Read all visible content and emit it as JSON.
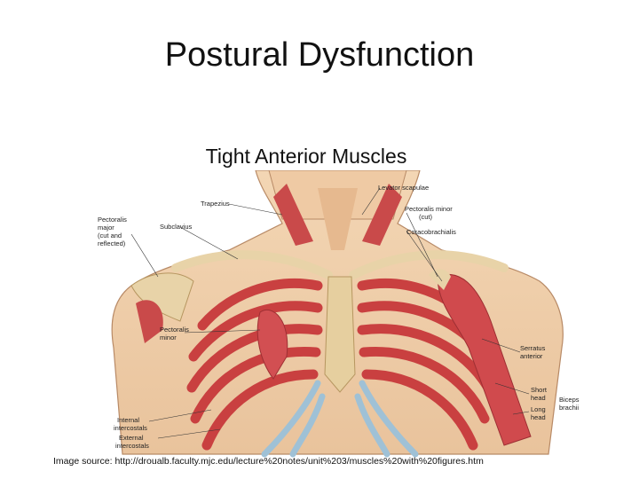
{
  "title": "Postural Dysfunction",
  "subtitle": "Tight Anterior Muscles",
  "figure_labels": {
    "trapezius": "Trapezius",
    "subclavius": "Subclavius",
    "pec_major_line1": "Pectoralis",
    "pec_major_line2": "major",
    "pec_major_line3": "(cut and",
    "pec_major_line4": "reflected)",
    "pec_minor_line1": "Pectoralis",
    "pec_minor_line2": "minor",
    "levator": "Levator scapulae",
    "pec_minor_cut_line1": "Pectoralis minor",
    "pec_minor_cut_line2": "(cut)",
    "coracobrachialis": "Coracobrachialis",
    "serratus_line1": "Serratus",
    "serratus_line2": "anterior",
    "short_head_line1": "Short",
    "short_head_line2": "head",
    "long_head_line1": "Long",
    "long_head_line2": "head",
    "biceps_line1": "Biceps",
    "biceps_line2": "brachii",
    "internal_line1": "Internal",
    "internal_line2": "intercostals",
    "external_line1": "External",
    "external_line2": "intercostals"
  },
  "source": "Image source: http://droualb.faculty.mjc.edu/lecture%20notes/unit%203/muscles%20with%20figures.htm"
}
